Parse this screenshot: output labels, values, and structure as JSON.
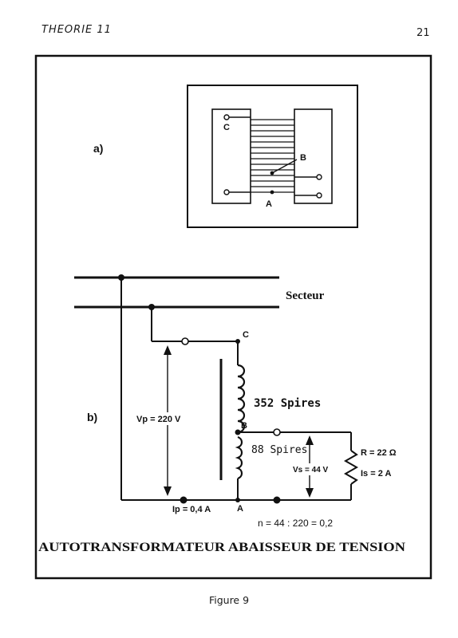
{
  "header": {
    "section": "THEORIE 11",
    "page_number": "21"
  },
  "diagram_a": {
    "label": "a)",
    "terminal_c": "C",
    "terminal_b": "B",
    "terminal_a": "A"
  },
  "diagram_b": {
    "label": "b)",
    "mains_label": "Secteur",
    "terminal_c": "C",
    "terminal_b": "B",
    "terminal_a": "A",
    "upper_winding": "352 Spires",
    "lower_winding": "88 Spires",
    "primary_voltage": "Vp = 220 V",
    "primary_current": "Ip = 0,4 A",
    "secondary_voltage": "Vs = 44 V",
    "resistance": "R = 22 Ω",
    "secondary_current": "Is = 2 A",
    "ratio": "n = 44 : 220 = 0,2"
  },
  "title": "AUTOTRANSFORMATEUR ABAISSEUR DE TENSION",
  "caption": "Figure 9"
}
